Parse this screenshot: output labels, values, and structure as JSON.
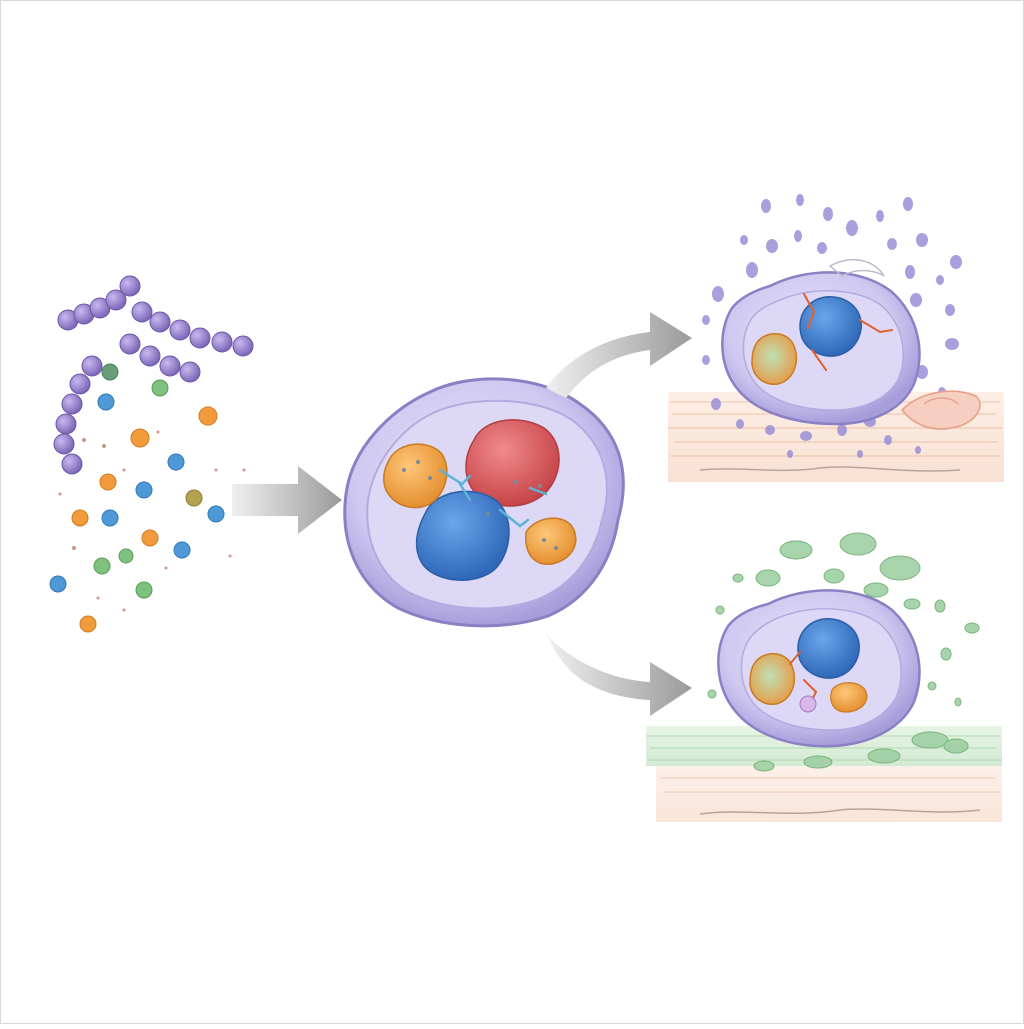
{
  "diagram": {
    "colors": {
      "background": "#ffffff",
      "chain_bead": "#9b86cf",
      "cell_membrane": "#c9c2ee",
      "cell_border": "#8f86c8",
      "nucleus_blue": "#3f7fd0",
      "granule_red": "#d85a5e",
      "granule_orange": "#f0a446",
      "arrow_gray": "#a9a9a9",
      "outcome_top_particles": "#9a8fd8",
      "outcome_top_tissue": "#f2c8b0",
      "outcome_bottom_particles": "#8fc79a",
      "outcome_bottom_tissue": "#cfe7cf"
    },
    "panels": [
      {
        "id": "stimulus",
        "contents": [
          "bead-chains",
          "colored-particles"
        ]
      },
      {
        "id": "activated-cell",
        "contents": [
          "nucleus",
          "red-granule",
          "orange-granules",
          "receptor-links"
        ]
      },
      {
        "id": "outcome-top",
        "contents": [
          "cell",
          "purple-particle-release",
          "tissue-layer"
        ]
      },
      {
        "id": "outcome-bottom",
        "contents": [
          "cell",
          "green-particle-release",
          "tissue-layer"
        ]
      }
    ],
    "arrows": [
      {
        "from": "stimulus",
        "to": "activated-cell",
        "icon": "straight-arrow"
      },
      {
        "from": "activated-cell",
        "to": "outcome-top",
        "icon": "curved-arrow-up"
      },
      {
        "from": "activated-cell",
        "to": "outcome-bottom",
        "icon": "curved-arrow-down"
      }
    ]
  }
}
